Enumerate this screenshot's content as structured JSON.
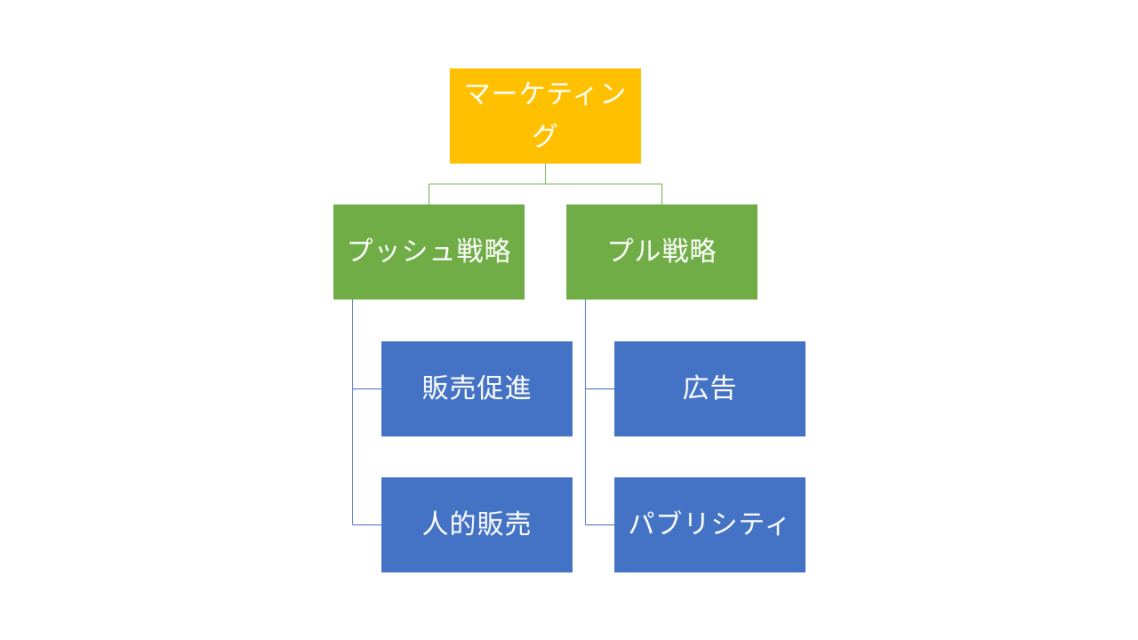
{
  "diagram": {
    "root": {
      "label": "マーケティング",
      "color": "#FFC000"
    },
    "branches": [
      {
        "label": "プッシュ戦略",
        "color": "#70AD47",
        "children": [
          {
            "label": "販売促進",
            "color": "#4472C4"
          },
          {
            "label": "人的販売",
            "color": "#4472C4"
          }
        ]
      },
      {
        "label": "プル戦略",
        "color": "#70AD47",
        "children": [
          {
            "label": "広告",
            "color": "#4472C4"
          },
          {
            "label": "パブリシティ",
            "color": "#4472C4"
          }
        ]
      }
    ],
    "connector_colors": {
      "root_to_branch": "#70AD47",
      "branch_to_child": "#4472C4"
    }
  }
}
